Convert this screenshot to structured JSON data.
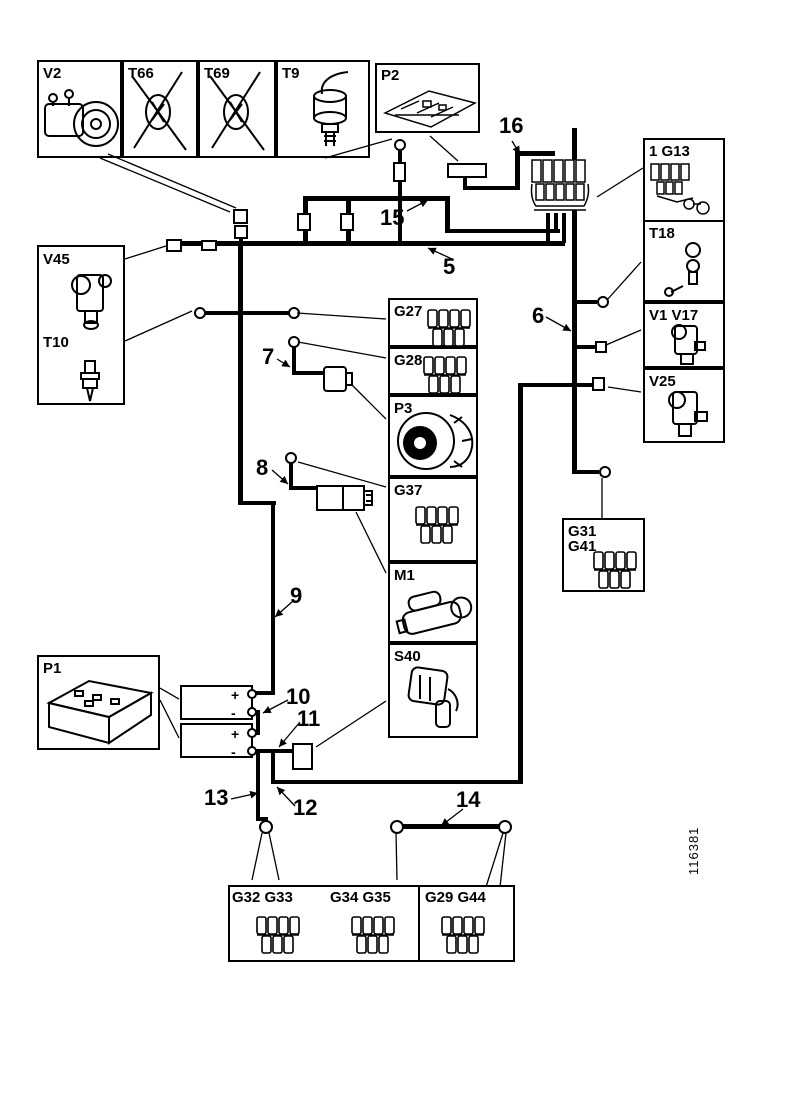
{
  "diagram": {
    "figure_id": "116381",
    "components": {
      "v2": "V2",
      "t66": "T66",
      "t69": "T69",
      "t9": "T9",
      "p2": "P2",
      "g13": "1 G13",
      "t18": "T18",
      "v17": "V1 V17",
      "v25": "V25",
      "v45": "V45",
      "t10": "T10",
      "p1": "P1",
      "g27": "G27",
      "g28": "G28",
      "p3": "P3",
      "g37": "G37",
      "m1": "M1",
      "s40": "S40",
      "g31": "G31",
      "g41": "G41",
      "g32_33": "G32 G33",
      "g34_35": "G34 G35",
      "g29_44": "G29 G44"
    },
    "callouts": {
      "c5": "5",
      "c6": "6",
      "c7": "7",
      "c8": "8",
      "c9": "9",
      "c10": "10",
      "c11": "11",
      "c12": "12",
      "c13": "13",
      "c14": "14",
      "c15": "15",
      "c16": "16"
    },
    "battery_terminals": {
      "t1": "+",
      "t2": "-",
      "t3": "+",
      "t4": "-"
    },
    "colors": {
      "line": "#000000",
      "background": "#ffffff"
    }
  }
}
